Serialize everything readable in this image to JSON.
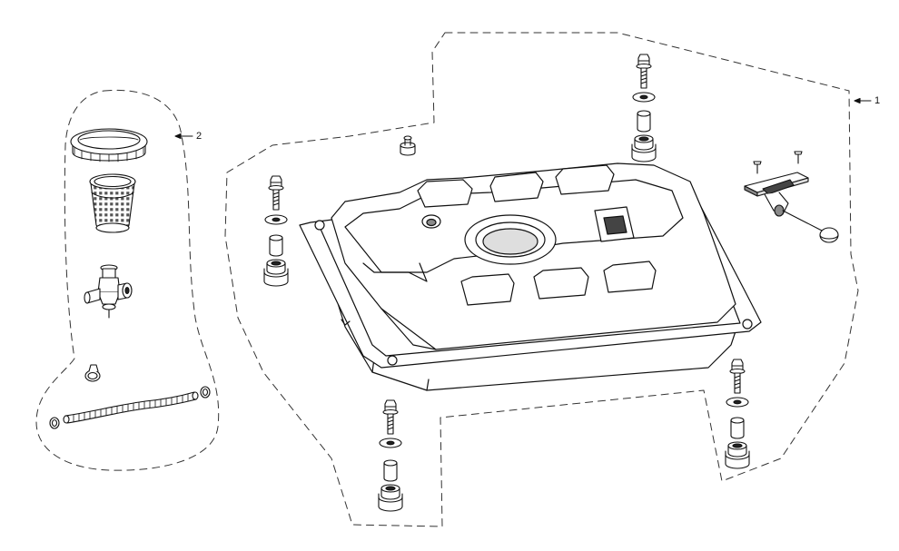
{
  "diagram": {
    "callouts": [
      {
        "id": "1",
        "label": "1"
      },
      {
        "id": "2",
        "label": "2"
      }
    ],
    "colors": {
      "line": "#111111",
      "fill": "#ffffff",
      "shade": "#dedede",
      "dark": "#8a8a8a",
      "group_dash": "#333333"
    }
  }
}
